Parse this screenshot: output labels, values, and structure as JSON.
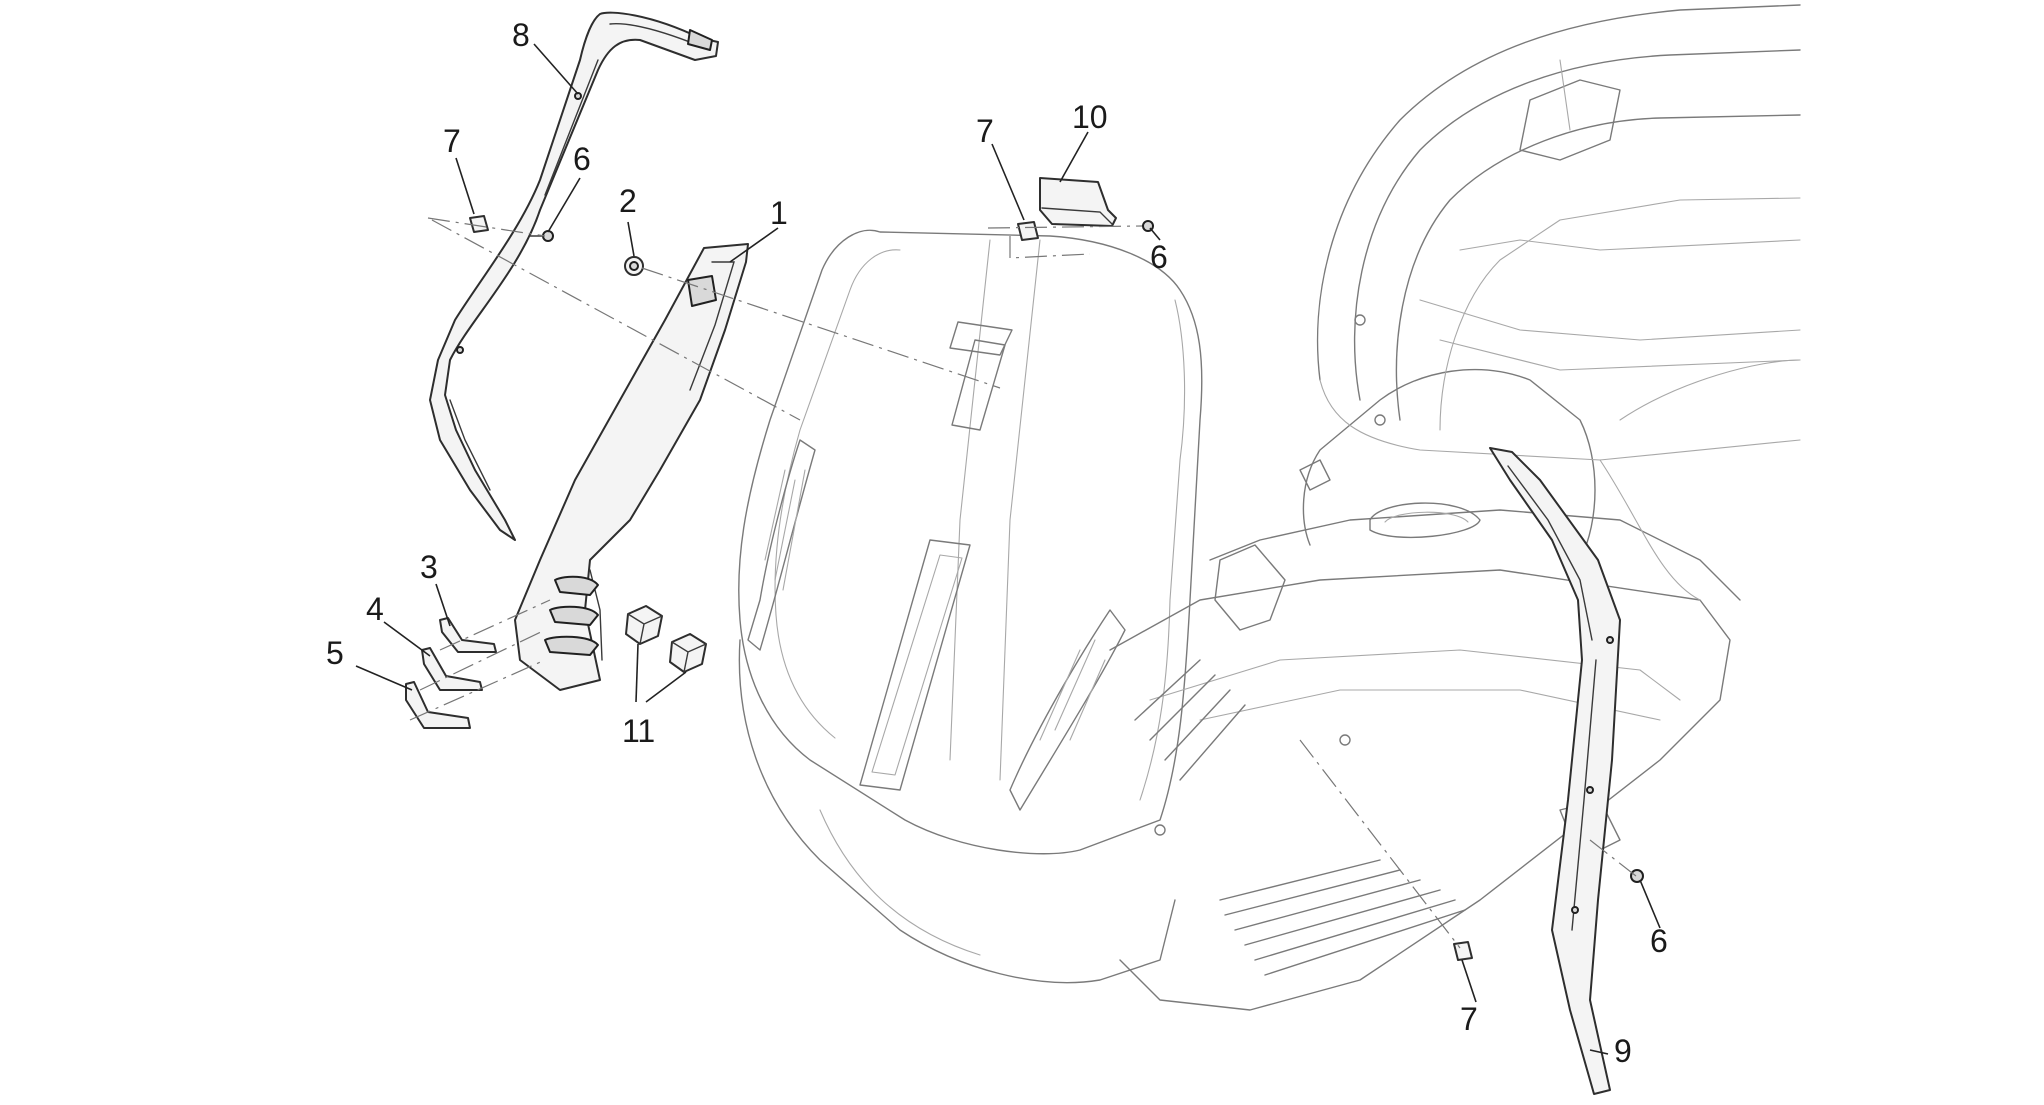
{
  "diagram": {
    "callouts": [
      {
        "id": "c8",
        "label": "8"
      },
      {
        "id": "c7a",
        "label": "7"
      },
      {
        "id": "c6a",
        "label": "6"
      },
      {
        "id": "c2",
        "label": "2"
      },
      {
        "id": "c1",
        "label": "1"
      },
      {
        "id": "c7b",
        "label": "7"
      },
      {
        "id": "c10",
        "label": "10"
      },
      {
        "id": "c6b",
        "label": "6"
      },
      {
        "id": "c3",
        "label": "3"
      },
      {
        "id": "c4",
        "label": "4"
      },
      {
        "id": "c5",
        "label": "5"
      },
      {
        "id": "c11",
        "label": "11"
      },
      {
        "id": "c6c",
        "label": "6"
      },
      {
        "id": "c7c",
        "label": "7"
      },
      {
        "id": "c9",
        "label": "9"
      }
    ],
    "colors": {
      "line": "#2e2e2e",
      "ghost": "#7a7a7a",
      "background": "#ffffff"
    }
  }
}
